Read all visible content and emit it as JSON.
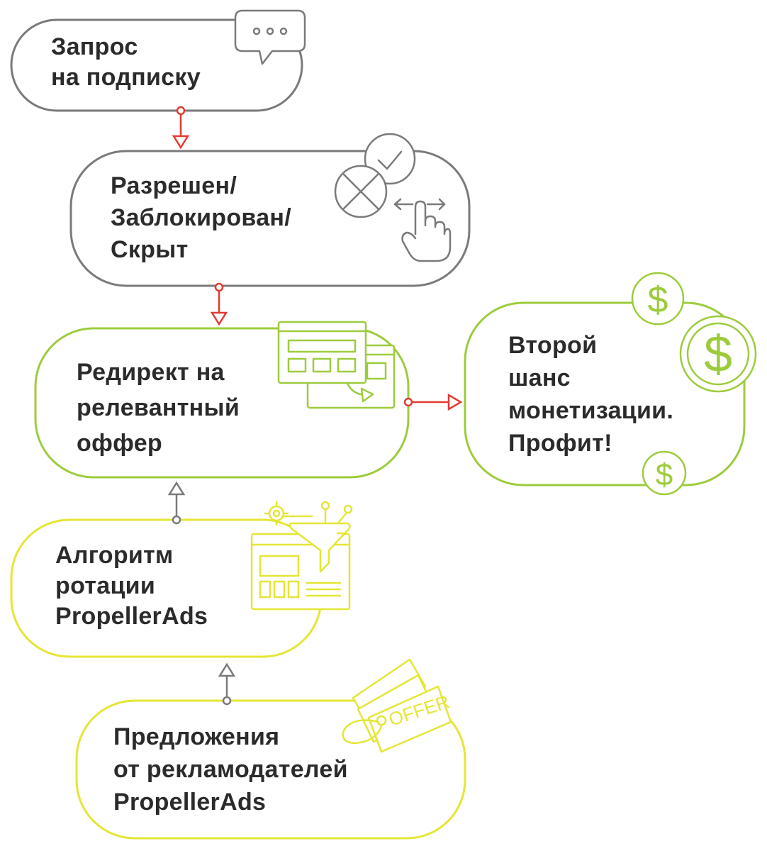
{
  "colors": {
    "gray": "#7a7a7a",
    "green": "#9ccc3c",
    "yellow": "#e4e635",
    "red": "#e23a33",
    "text": "#2b2b2b"
  },
  "nodes": {
    "request": {
      "lines": [
        "Запрос",
        "на подписку"
      ],
      "icon": "chat-bubble-icon"
    },
    "status": {
      "lines": [
        "Разрешен/",
        "Заблокирован/",
        "Скрыт"
      ],
      "icon": "check-cross-swipe-icon"
    },
    "redirect": {
      "lines": [
        "Редирект на",
        "релевантный",
        "оффер"
      ],
      "icon": "browser-windows-icon"
    },
    "profit": {
      "lines": [
        "Второй",
        "шанс",
        "монетизации.",
        "Профит!"
      ],
      "icon": "dollar-coins-icon"
    },
    "algorithm": {
      "lines": [
        "Алгоритм",
        "ротации",
        "PropellerAds"
      ],
      "icon": "funnel-settings-icon"
    },
    "offers": {
      "lines": [
        "Предложения",
        "от рекламодателей",
        "PropellerAds"
      ],
      "icon": "offer-tags-icon",
      "tag_text": "OFFER"
    }
  },
  "connectors": [
    {
      "from": "request",
      "to": "status",
      "color": "red"
    },
    {
      "from": "status",
      "to": "redirect",
      "color": "red"
    },
    {
      "from": "redirect",
      "to": "profit",
      "color": "red"
    },
    {
      "from": "algorithm",
      "to": "redirect",
      "color": "gray"
    },
    {
      "from": "offers",
      "to": "algorithm",
      "color": "gray"
    }
  ]
}
